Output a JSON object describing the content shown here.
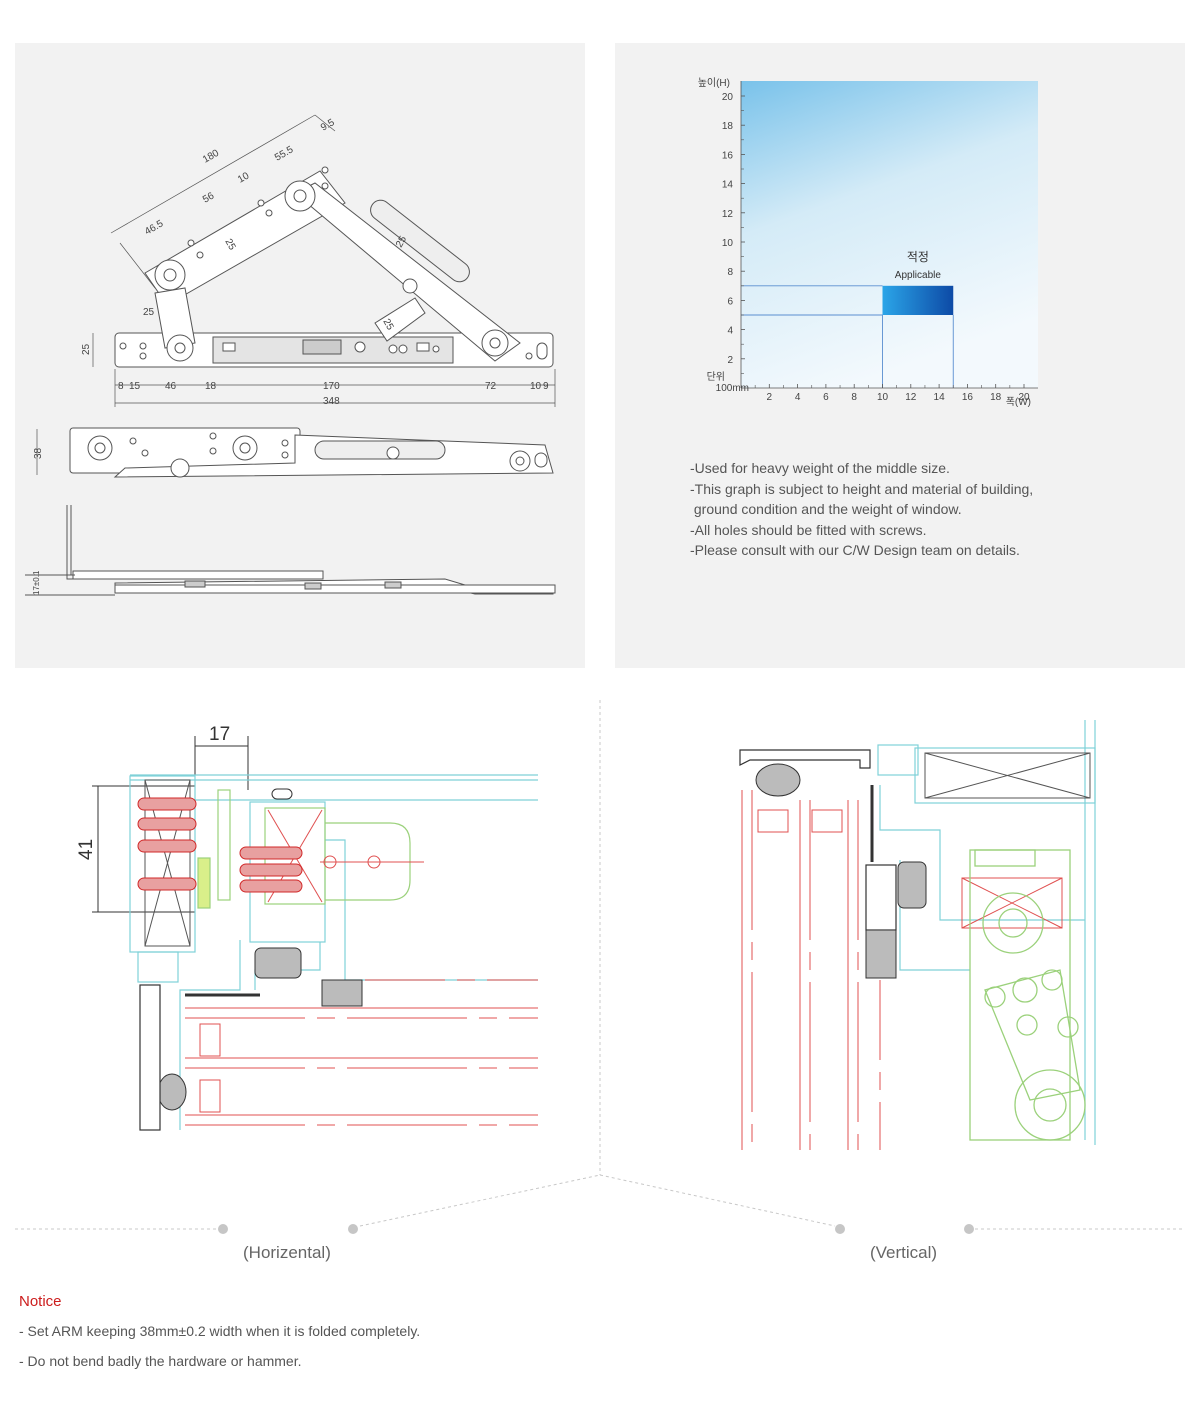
{
  "hardware_drawing": {
    "dims_top": [
      "180",
      "9.5",
      "55.5",
      "10",
      "56",
      "46.5",
      "25",
      "25",
      "25",
      "25"
    ],
    "dims_bottom": [
      "8",
      "15",
      "46",
      "18",
      "170",
      "72",
      "10",
      "9"
    ],
    "overall": "348",
    "side_left": "25",
    "folded_height": "38",
    "profile_height": "17±0.1"
  },
  "chart_data": {
    "type": "area",
    "title": "",
    "ylabel": "높이(H)",
    "xlabel": "폭(W)",
    "unit_label": "단위",
    "unit_value": "100mm",
    "x_ticks": [
      2,
      4,
      6,
      8,
      10,
      12,
      14,
      16,
      18,
      20
    ],
    "y_ticks": [
      2,
      4,
      6,
      8,
      10,
      12,
      14,
      16,
      18,
      20
    ],
    "xlim": [
      0,
      20
    ],
    "ylim": [
      0,
      20
    ],
    "applicable_region": {
      "x": [
        10,
        15
      ],
      "y": [
        5,
        7
      ]
    },
    "annotation_ko": "적정",
    "annotation_en": "Applicable",
    "colors": {
      "region_start": "#2ba5e8",
      "region_end": "#0d4aa6",
      "guide": "#5a8ed0"
    },
    "grid": false
  },
  "notes": [
    "-Used for heavy weight of the middle size.",
    "-This graph is subject to height and material of building,",
    " ground condition and the weight of window.",
    "-All holes should be fitted with screws.",
    "-Please consult with our C/W Design team on details."
  ],
  "sections": {
    "horizontal": {
      "caption": "(Horizental)",
      "dim_17": "17",
      "dim_41": "41"
    },
    "vertical": {
      "caption": "(Vertical)"
    }
  },
  "notice": {
    "title": "Notice",
    "items": [
      "- Set ARM keeping 38mm±0.2 width when it is folded completely.",
      "- Do not bend badly the hardware or hammer."
    ]
  }
}
